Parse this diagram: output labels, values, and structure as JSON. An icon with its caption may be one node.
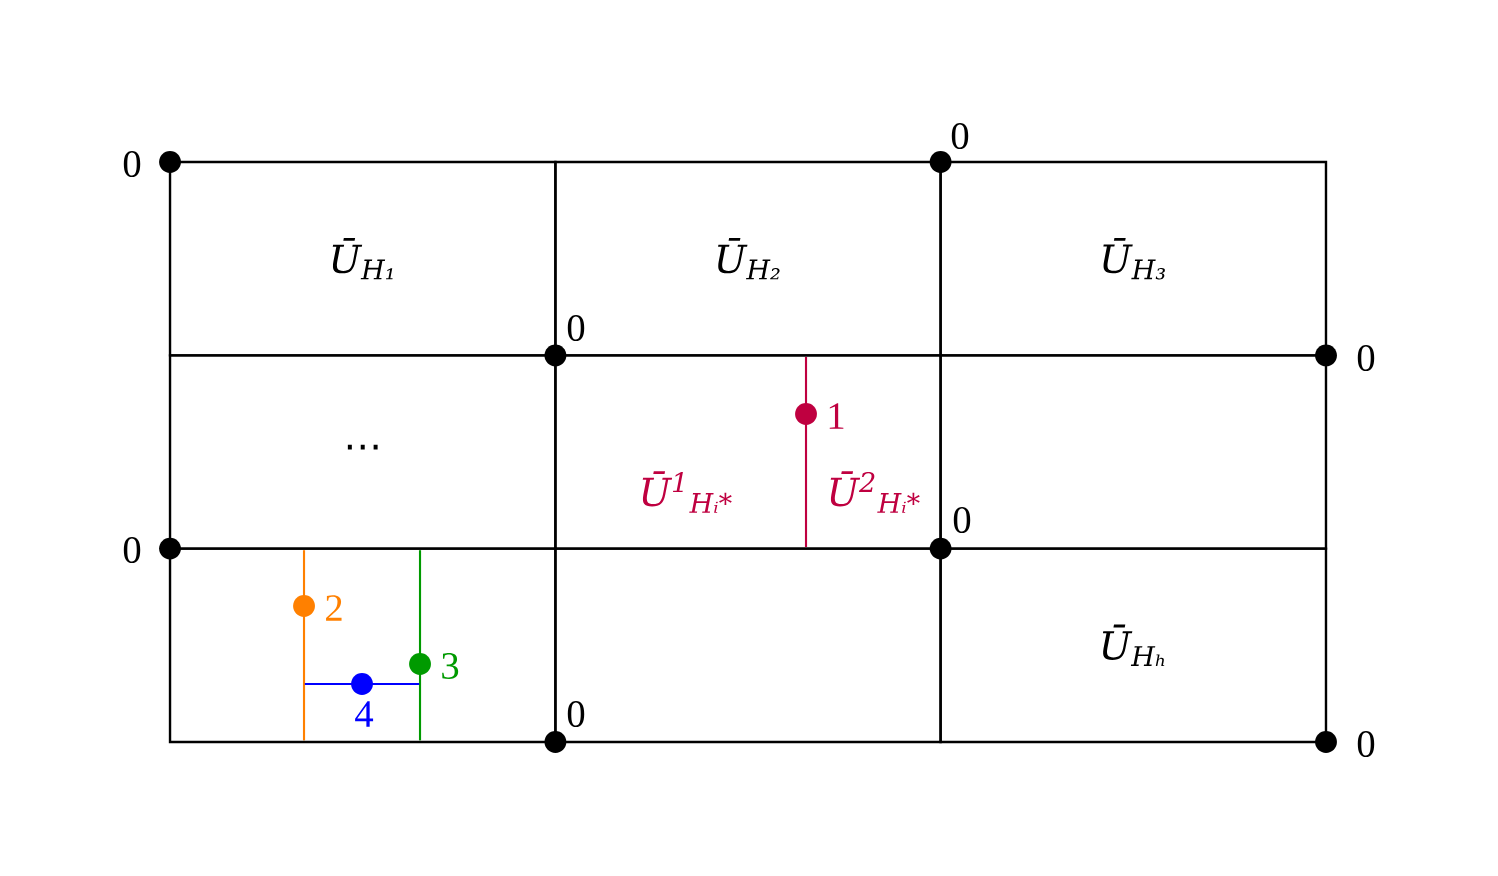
{
  "diagram": {
    "nodes": [
      {
        "text": [
          "Ū$_{H₁}$"
        ]
      },
      {
        "text": [
          "Ū$_{H₂}$"
        ]
      },
      {
        "text": [
          "Ū$_{H₃}$"
        ]
      },
      {
        "text": [
          "⋯"
        ]
      },
      {
        "text": [
          "Ū$^{1}$$_{Hᵢ*}$",
          "Ū$^{2}$$_{Hᵢ*}$"
        ]
      },
      {
        "text": [],
        "shape": "box"
      },
      {
        "text": [],
        "shape": "box"
      },
      {
        "text": [],
        "shape": "box"
      },
      {
        "text": [
          "Ū$_{Hₕ}$"
        ]
      }
    ],
    "labels": [
      "0",
      "0",
      "0",
      "0",
      "1",
      "0",
      "0",
      "2",
      "3",
      "4",
      "0",
      "0"
    ]
  }
}
